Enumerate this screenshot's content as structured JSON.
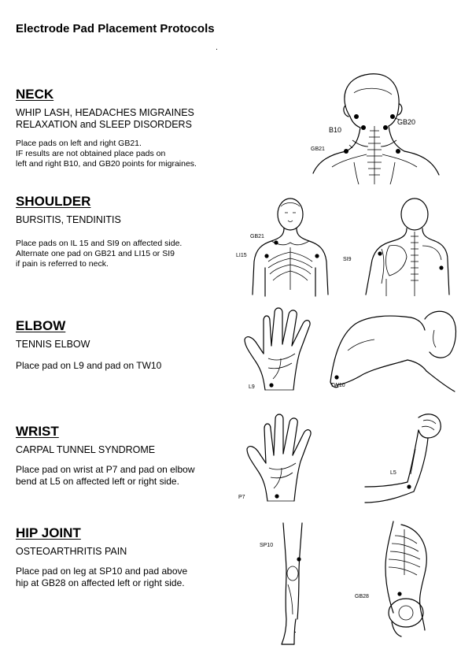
{
  "document": {
    "title": "Electrode Pad Placement Protocols"
  },
  "sections": [
    {
      "title": "NECK",
      "subtitle_lines": [
        "WHIP LASH, HEADACHES MIGRAINES",
        "RELAXATION and SLEEP DISORDERS"
      ],
      "text_lines": [
        "Place pads on left and right GB21.",
        "IF results are not obtained place pads on",
        "left and right B10, and GB20 points for migraines."
      ],
      "labels": {
        "b10": "B10",
        "gb20": "GB20",
        "gb21": "GB21"
      }
    },
    {
      "title": "SHOULDER",
      "subtitle_lines": [
        "BURSITIS, TENDINITIS"
      ],
      "text_lines": [
        "Place pads on IL 15 and SI9 on affected side.",
        "Alternate one pad on GB21 and LI15 or SI9",
        "if pain is referred to neck."
      ],
      "labels": {
        "gb21": "GB21",
        "li15": "LI15",
        "si9": "SI9"
      }
    },
    {
      "title": "ELBOW",
      "subtitle_lines": [
        "TENNIS ELBOW"
      ],
      "text_lines": [
        "Place pad on L9 and pad on TW10"
      ],
      "labels": {
        "l9": "L9",
        "tw10": "TW10"
      }
    },
    {
      "title": "WRIST",
      "subtitle_lines": [
        "CARPAL TUNNEL SYNDROME"
      ],
      "text_lines": [
        "Place pad on wrist at P7 and pad on elbow",
        "bend at L5 on affected left or right side."
      ],
      "labels": {
        "p7": "P7",
        "l5": "L5"
      }
    },
    {
      "title": "HIP JOINT",
      "subtitle_lines": [
        "OSTEOARTHRITIS PAIN"
      ],
      "text_lines": [
        "Place pad on leg at SP10 and pad above",
        "hip at GB28 on affected left or right side."
      ],
      "labels": {
        "sp10": "SP10",
        "gb28": "GB28"
      }
    }
  ],
  "icons": {
    "pad_marker": "filled-black-dot"
  },
  "colors": {
    "ink": "#000000",
    "paper": "#ffffff"
  }
}
